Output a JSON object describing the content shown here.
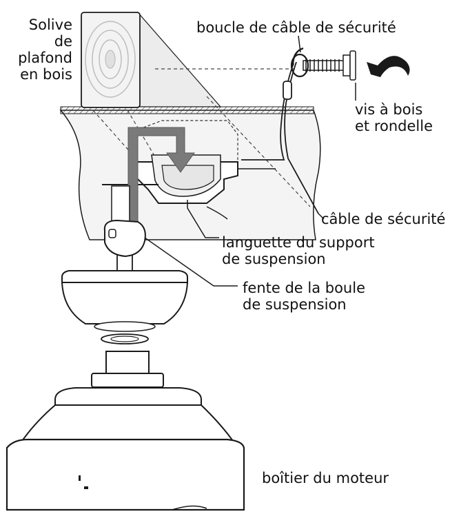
{
  "labels": {
    "joist": [
      "Solive",
      "de",
      "plafond",
      "en bois"
    ],
    "safety_loop": [
      "boucle de câble de sécurité"
    ],
    "wood_screw": [
      "vis à bois",
      "et rondelle"
    ],
    "safety_cable": [
      "câble de sécurité"
    ],
    "bracket_tab": [
      "languette du support",
      "de suspension"
    ],
    "ball_slot": [
      "fente de la boule",
      "de suspension"
    ],
    "motor_housing": [
      "boîtier du moteur"
    ]
  },
  "colors": {
    "line": "#1a1a1a",
    "gray_arrow": "#777777",
    "light_gray": "#dddddd",
    "ceiling": "#f2f2f2"
  }
}
